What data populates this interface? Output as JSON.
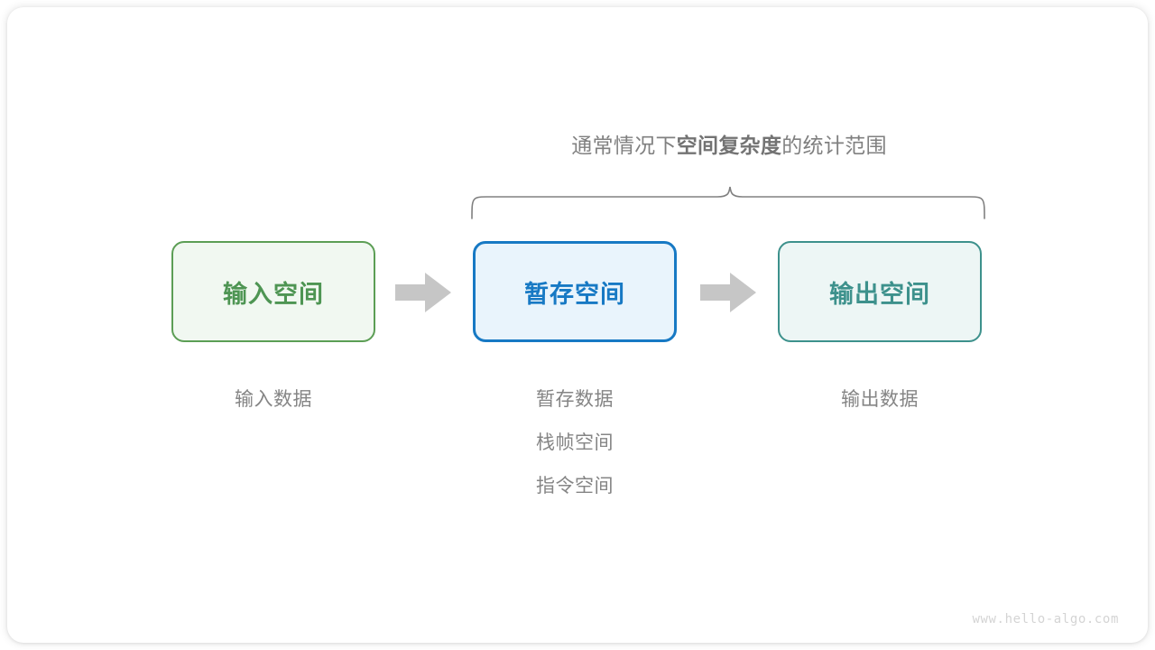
{
  "figure": {
    "watermark": "www.hello-algo.com",
    "brace_caption": {
      "prefix": "通常情况下",
      "emphasis": "空间复杂度",
      "suffix": "的统计范围"
    },
    "boxes": [
      {
        "id": "input",
        "label": "输入空间",
        "border_color": "#5c9e55",
        "fill_color": "#f1f8f1",
        "text_color": "#4e9553"
      },
      {
        "id": "temp",
        "label": "暂存空间",
        "border_color": "#1779c4",
        "fill_color": "#e9f4fc",
        "text_color": "#1779c4"
      },
      {
        "id": "output",
        "label": "输出空间",
        "border_color": "#3d918c",
        "fill_color": "#edf6f5",
        "text_color": "#3d918c"
      }
    ],
    "captions": {
      "input": [
        "输入数据"
      ],
      "temp": [
        "暂存数据",
        "栈帧空间",
        "指令空间"
      ],
      "output": [
        "输出数据"
      ]
    },
    "arrows": [
      {
        "id": "arrow-1",
        "name": "arrow-input-to-temp",
        "color": "#c6c6c6"
      },
      {
        "id": "arrow-2",
        "name": "arrow-temp-to-output",
        "color": "#c6c6c6"
      }
    ],
    "brace": {
      "color": "#808080",
      "span_from_box": "temp",
      "span_to_box": "output"
    }
  }
}
